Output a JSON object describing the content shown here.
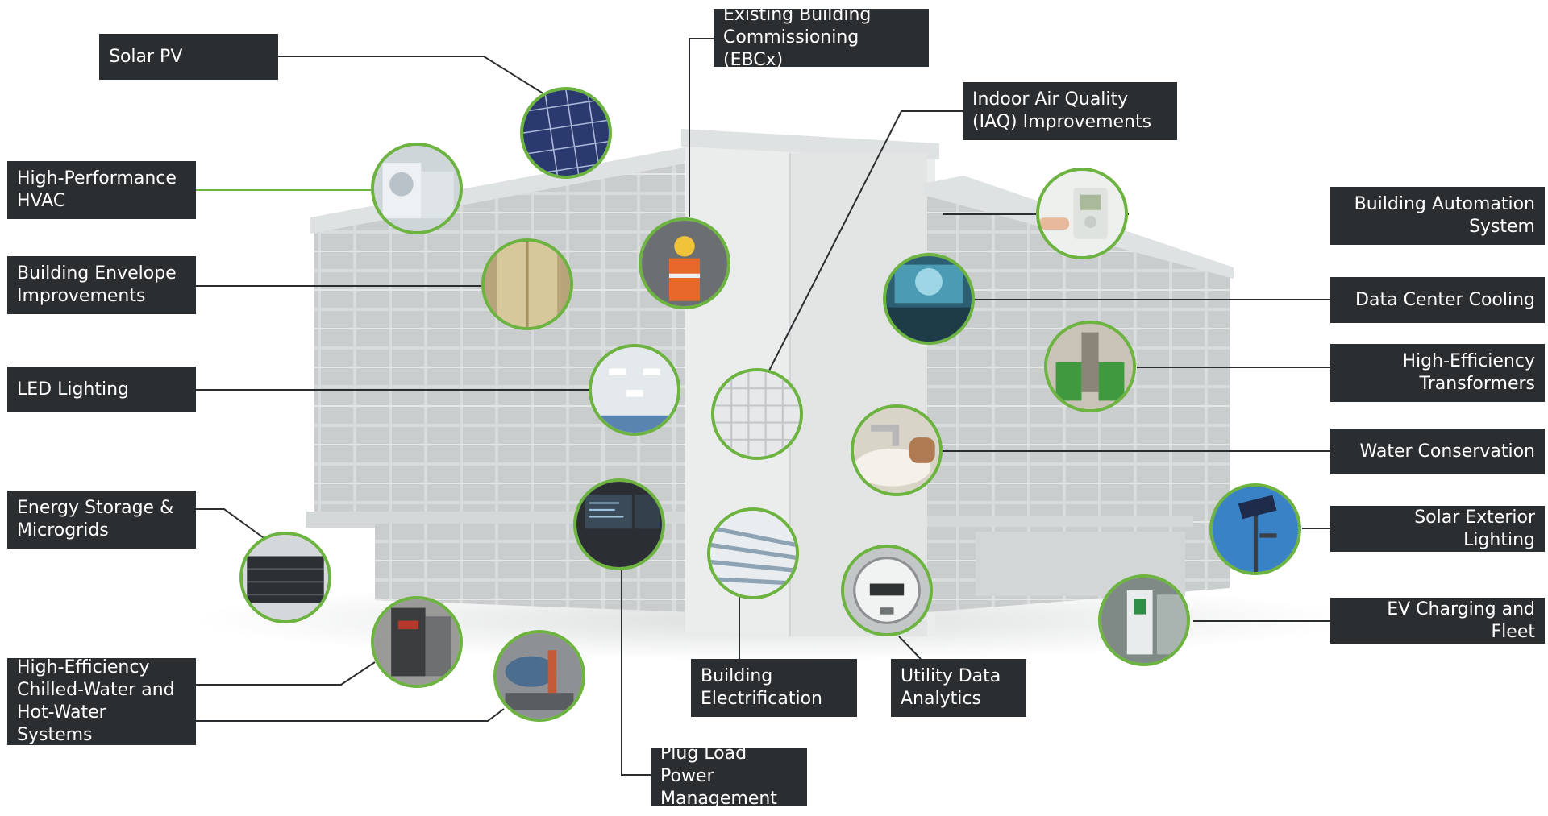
{
  "labels": {
    "solar_pv": "Solar PV",
    "ebcx": "Existing Building\nCommissioning (EBCx)",
    "iaq": "Indoor Air Quality\n(IAQ) Improvements",
    "hvac": "High-Performance\nHVAC",
    "envelope": "Building Envelope\nImprovements",
    "led": "LED Lighting",
    "storage": "Energy Storage &\nMicrogrids",
    "chilled": "High-Efficiency\nChilled-Water and\nHot-Water Systems",
    "bas": "Building Automation\nSystem",
    "datacenter": "Data Center Cooling",
    "transformers": "High-Efficiency\nTransformers",
    "water": "Water Conservation",
    "solar_ext": "Solar Exterior Lighting",
    "ev": "EV Charging and Fleet",
    "electrification": "Building\nElectrification",
    "utility": "Utility Data\nAnalytics",
    "plug": "Plug Load Power\nManagement"
  },
  "colors": {
    "label_bg": "#2b2e30",
    "label_text": "#ffffff",
    "accent_green": "#6cb33f",
    "leader_line": "#2b2e30",
    "building_light": "#e8eaea",
    "building_glass": "#cfd3d4"
  },
  "bubbles": [
    {
      "id": "solar-pv",
      "icon": "solar-panel-icon"
    },
    {
      "id": "hvac",
      "icon": "hvac-unit-icon"
    },
    {
      "id": "ebcx",
      "icon": "worker-icon"
    },
    {
      "id": "envelope",
      "icon": "insulation-icon"
    },
    {
      "id": "led",
      "icon": "ceiling-light-icon"
    },
    {
      "id": "iaq",
      "icon": "air-filter-icon"
    },
    {
      "id": "bas",
      "icon": "thermostat-icon"
    },
    {
      "id": "datacenter",
      "icon": "cooling-fan-icon"
    },
    {
      "id": "transformers",
      "icon": "transformer-icon"
    },
    {
      "id": "water",
      "icon": "faucet-icon"
    },
    {
      "id": "storage",
      "icon": "battery-icon"
    },
    {
      "id": "plug",
      "icon": "monitor-icon"
    },
    {
      "id": "electrification",
      "icon": "conduit-icon"
    },
    {
      "id": "utility",
      "icon": "meter-icon"
    },
    {
      "id": "solar-ext",
      "icon": "solar-streetlight-icon"
    },
    {
      "id": "chilled-1",
      "icon": "boiler-icon"
    },
    {
      "id": "chilled-2",
      "icon": "chiller-icon"
    },
    {
      "id": "ev",
      "icon": "ev-charger-icon"
    }
  ]
}
